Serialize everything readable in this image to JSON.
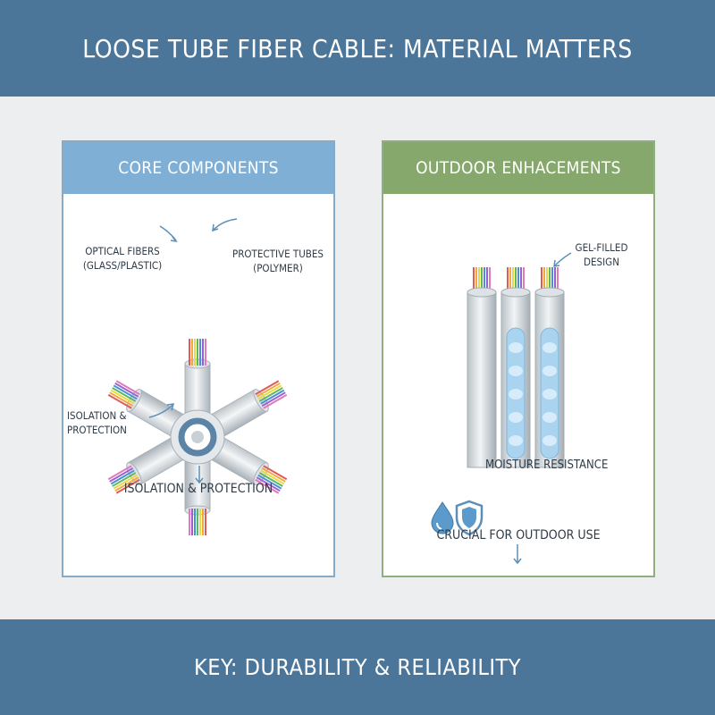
{
  "title": "LOOSE TUBE FIBER CABLE: MATERIAL MATTERS",
  "footer": "KEY: DURABILITY & RELIABILITY",
  "left_panel": {
    "header": "CORE COMPONENTS",
    "label_fibers_line1": "OPTICAL FIBERS",
    "label_fibers_line2": "(GLASS/PLASTIC)",
    "label_tubes_line1": "PROTECTIVE TUBES",
    "label_tubes_line2": "(POLYMER)",
    "label_isolation_line1": "ISOLATION &",
    "label_isolation_line2": "PROTECTION",
    "caption": "ISOLATION & PROTECTION"
  },
  "right_panel": {
    "header": "OUTDOOR ENHACEMENTS",
    "label_gel_line1": "GEL-FILLED",
    "label_gel_line2": "DESIGN",
    "moisture_label": "MOISTURE RESISTANCE",
    "caption": "CRUCIAL FOR OUTDOOR USE"
  },
  "icons": [
    "arrow-down-icon",
    "water-drop-icon",
    "shield-icon"
  ],
  "colors": {
    "banner": "#4b7699",
    "left_header": "#7fafd4",
    "right_header": "#86a86c",
    "accent": "#5b8fb9",
    "gel": "#a9d3ee"
  }
}
